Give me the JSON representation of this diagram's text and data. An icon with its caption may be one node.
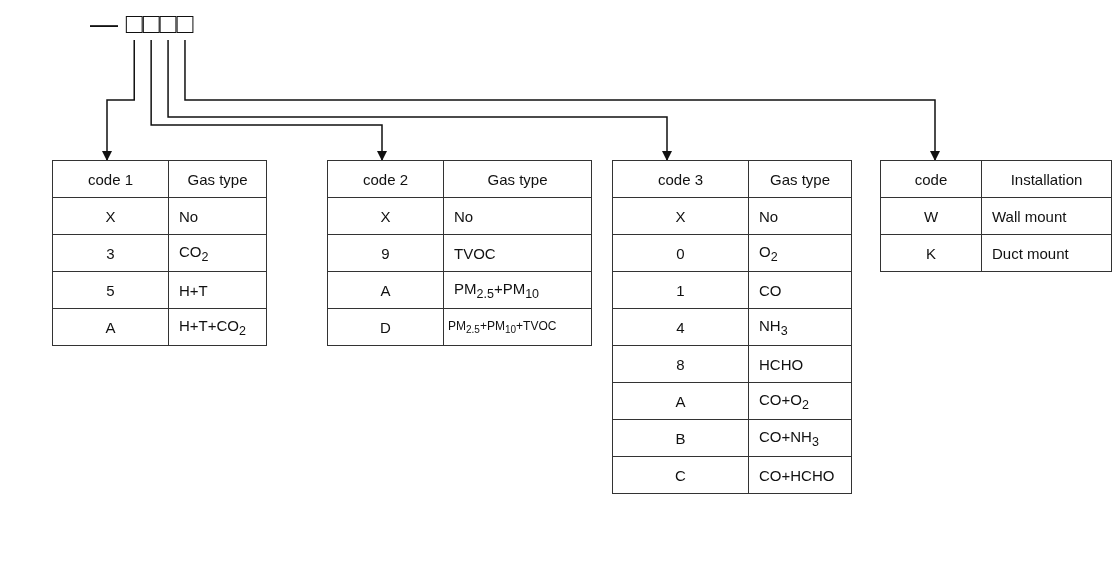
{
  "diagram": {
    "nodes": [
      {
        "text": [
          "— □□□□"
        ]
      },
      {
        "text": [
          "code 1",
          "Gas type",
          "X",
          "No",
          "3",
          "CO$_{2}$",
          "5",
          "H+T",
          "A",
          "H+T+CO$_{2}$"
        ]
      },
      {
        "text": [
          "code 2",
          "Gas type",
          "X",
          "No",
          "9",
          "TVOC",
          "A",
          "PM$_{2.5}$+PM$_{10}$",
          "D",
          "PM$_{2.5}$+PM$_{10}$+TVOC"
        ]
      },
      {
        "text": [
          "code 3",
          "Gas type",
          "X",
          "No",
          "0",
          "O$_{2}$",
          "1",
          "CO",
          "4",
          "NH$_{3}$",
          "8",
          "HCHO",
          "A",
          "CO+O$_{2}$",
          "B",
          "CO+NH$_{3}$",
          "C",
          "CO+HCHO"
        ]
      },
      {
        "text": [
          "code",
          "Installation",
          "W",
          "Wall mount",
          "K",
          "Duct mount"
        ]
      }
    ],
    "edges": [
      {
        "from": 0,
        "to": 1,
        "arrow": "to"
      },
      {
        "from": 0,
        "to": 2,
        "arrow": "to"
      },
      {
        "from": 0,
        "to": 3,
        "arrow": "to"
      },
      {
        "from": 0,
        "to": 4,
        "arrow": "to"
      }
    ]
  }
}
